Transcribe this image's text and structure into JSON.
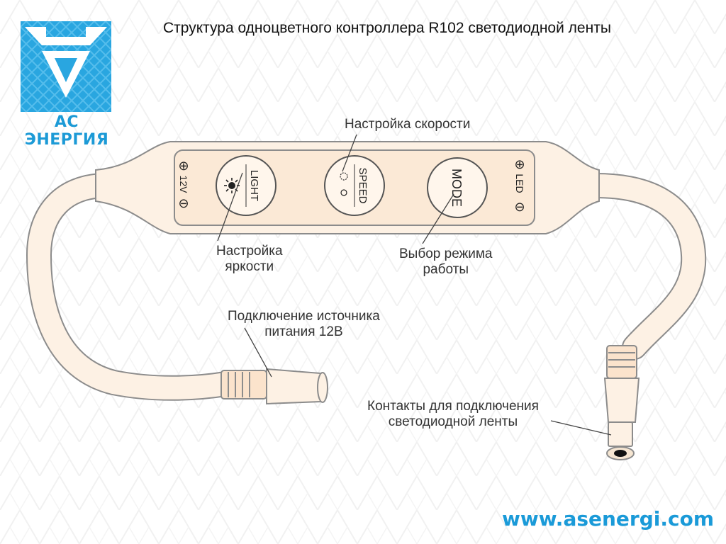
{
  "logo": {
    "text": "АС ЭНЕРГИЯ",
    "color": "#29a6e0"
  },
  "title": "Структура одноцветного контроллера R102 светодиодной ленты",
  "controller": {
    "left_port": {
      "label": "12V",
      "plus": "⊕",
      "minus": "⊖"
    },
    "right_port": {
      "label": "LED",
      "plus": "⊕",
      "minus": "⊖"
    },
    "buttons": [
      {
        "id": "light",
        "label": "LIGHT",
        "icon": "sun-icon"
      },
      {
        "id": "speed",
        "label": "SPEED",
        "icon": "speed-icon"
      },
      {
        "id": "mode",
        "label": "MODE",
        "icon": ""
      }
    ]
  },
  "annotations": {
    "speed": "Настройка скорости",
    "brightness": "Настройка\nяркости",
    "mode": "Выбор режима\nработы",
    "power": "Подключение источника\nпитания 12В",
    "contacts": "Контакты для подключения\nсветодиодной ленты"
  },
  "url": "www.asenergi.com",
  "colors": {
    "cable_fill": "#fdf1e4",
    "cable_outline": "#8c8c8c",
    "accent": "#1a9ad8"
  }
}
